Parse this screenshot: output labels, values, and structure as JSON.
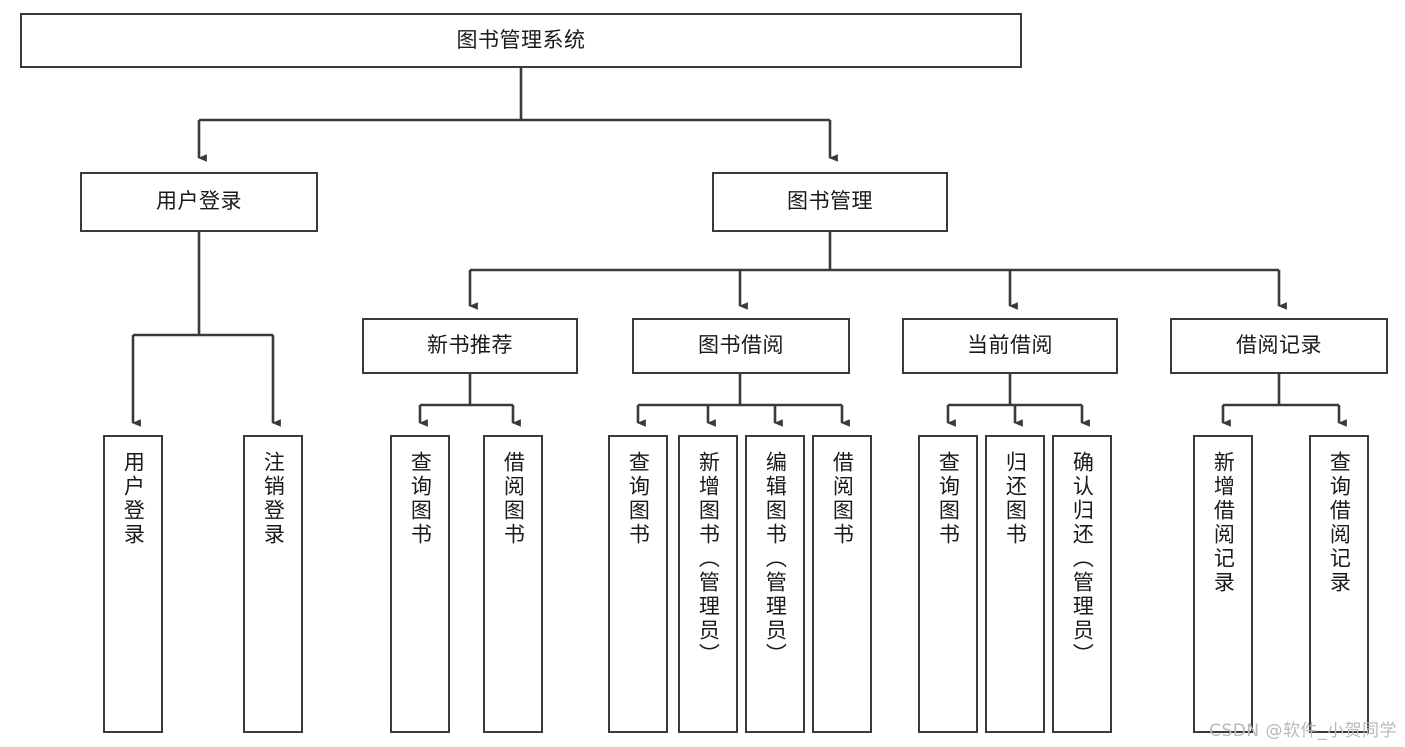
{
  "diagram": {
    "type": "tree-hierarchy",
    "title": "图书管理系统",
    "watermark": "CSDN @软件_小贺同学",
    "colors": {
      "background": "#ffffff",
      "box_stroke": "#3a3a3a",
      "box_fill": "#ffffff",
      "connector": "#3a3a3a",
      "text": "#1a1a1a",
      "watermark": "#b9b9b9"
    },
    "levels": {
      "root": {
        "label": "图书管理系统"
      },
      "level2": [
        {
          "id": "user-login",
          "label": "用户登录"
        },
        {
          "id": "book-manage",
          "label": "图书管理"
        }
      ],
      "level3": [
        {
          "id": "new-book-recommend",
          "label": "新书推荐",
          "parent": "book-manage"
        },
        {
          "id": "book-borrow",
          "label": "图书借阅",
          "parent": "book-manage"
        },
        {
          "id": "current-borrow",
          "label": "当前借阅",
          "parent": "book-manage"
        },
        {
          "id": "borrow-record",
          "label": "借阅记录",
          "parent": "book-manage"
        }
      ],
      "leaves": [
        {
          "id": "leaf-user-login",
          "label": "用户登录",
          "parent": "user-login"
        },
        {
          "id": "leaf-logout",
          "label": "注销登录",
          "parent": "user-login"
        },
        {
          "id": "leaf-query-book-1",
          "label": "查询图书",
          "parent": "new-book-recommend"
        },
        {
          "id": "leaf-borrow-book-1",
          "label": "借阅图书",
          "parent": "new-book-recommend"
        },
        {
          "id": "leaf-query-book-2",
          "label": "查询图书",
          "parent": "book-borrow"
        },
        {
          "id": "leaf-add-book",
          "label": "新增图书（管理员）",
          "parent": "book-borrow"
        },
        {
          "id": "leaf-edit-book",
          "label": "编辑图书（管理员）",
          "parent": "book-borrow"
        },
        {
          "id": "leaf-borrow-book-2",
          "label": "借阅图书",
          "parent": "book-borrow"
        },
        {
          "id": "leaf-query-book-3",
          "label": "查询图书",
          "parent": "current-borrow"
        },
        {
          "id": "leaf-return-book",
          "label": "归还图书",
          "parent": "current-borrow"
        },
        {
          "id": "leaf-confirm-return",
          "label": "确认归还（管理员）",
          "parent": "current-borrow"
        },
        {
          "id": "leaf-add-record",
          "label": "新增借阅记录",
          "parent": "borrow-record"
        },
        {
          "id": "leaf-query-record",
          "label": "查询借阅记录",
          "parent": "borrow-record"
        }
      ]
    }
  }
}
